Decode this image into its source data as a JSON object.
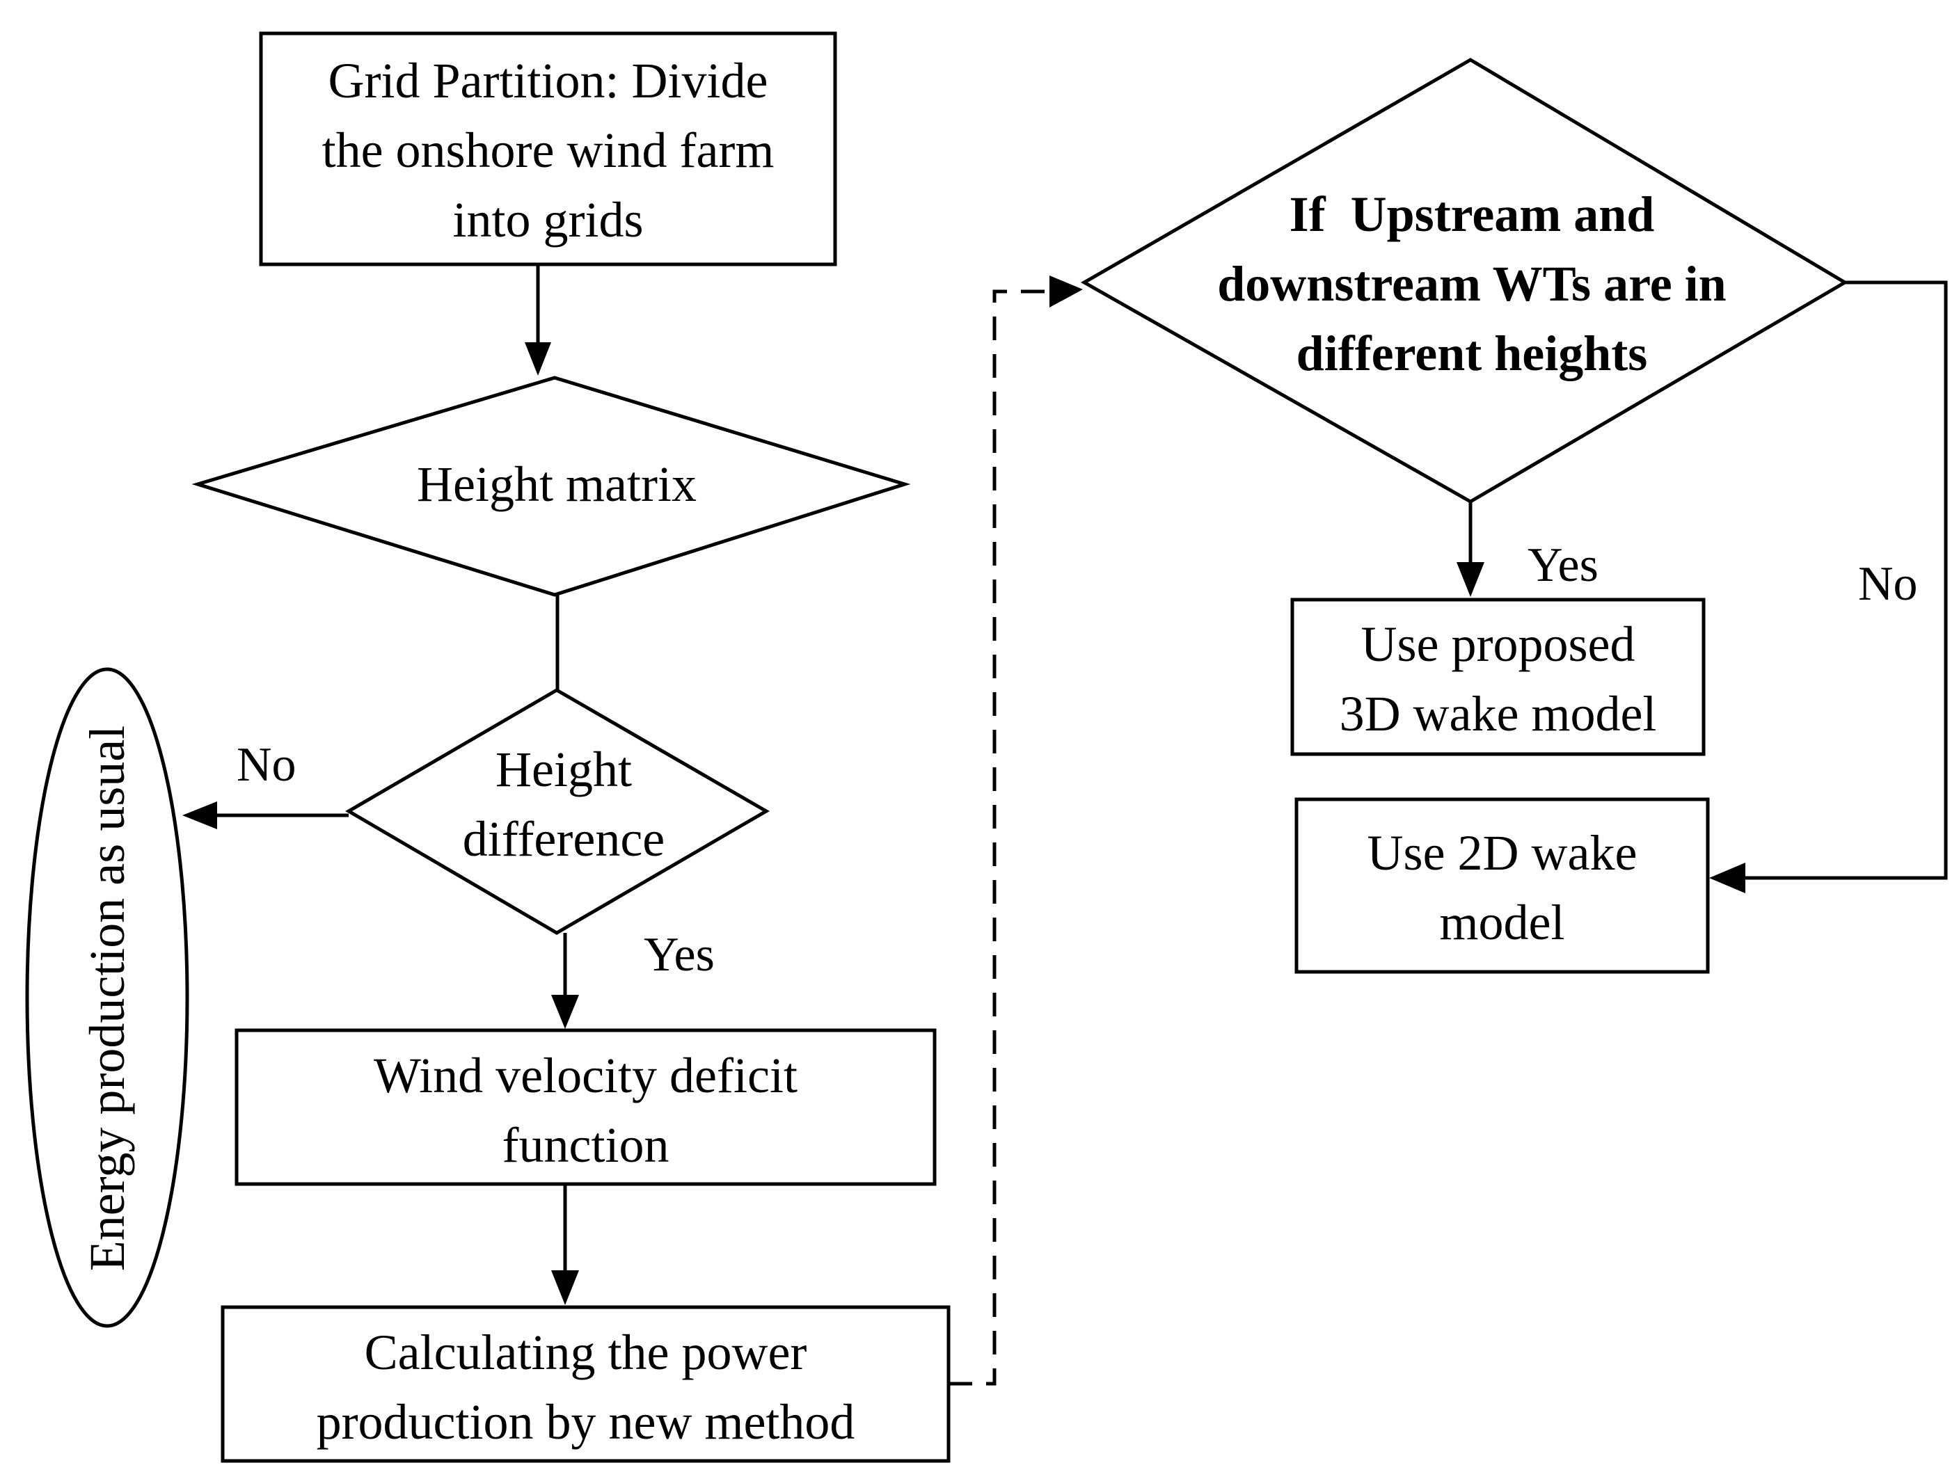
{
  "nodes": {
    "grid_partition": [
      "Grid Partition: Divide",
      "the onshore wind farm",
      "into grids"
    ],
    "height_matrix": [
      "Height matrix"
    ],
    "height_difference": [
      "Height",
      "difference"
    ],
    "wind_velocity": [
      "Wind velocity deficit",
      "function"
    ],
    "calculating_power": [
      "Calculating the power",
      "production by new method"
    ],
    "energy_usual": [
      "Energy production as usual"
    ],
    "decision_upstream": [
      "If  Upstream and",
      "downstream WTs are in",
      "different heights"
    ],
    "use_3d": [
      "Use proposed",
      "3D wake model"
    ],
    "use_2d": [
      "Use 2D wake",
      "model"
    ]
  },
  "edge_labels": {
    "no_left": "No",
    "yes_left": "Yes",
    "yes_right": "Yes",
    "no_right": "No"
  }
}
